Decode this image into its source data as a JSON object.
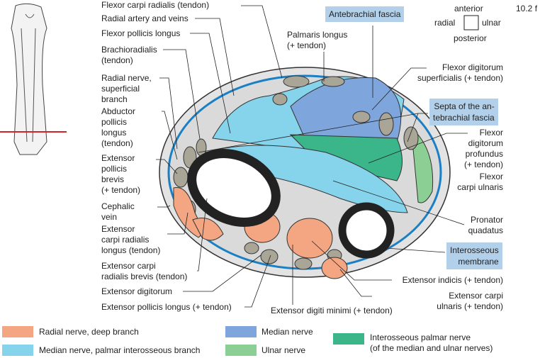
{
  "figure_number": "10.2 f",
  "orientation": {
    "anterior": "anterior",
    "radial": "radial",
    "ulnar": "ulnar",
    "posterior": "posterior"
  },
  "labels": {
    "flexor_carpi_radialis": "Flexor carpi radialis (tendon)",
    "radial_artery": "Radial artery and veins",
    "flexor_pollicis_longus": "Flexor pollicis longus",
    "brachioradialis": "Brachioradialis\n(tendon)",
    "radial_nerve_superficial": "Radial nerve,\nsuperficial\nbranch",
    "abductor_pollicis_longus": "Abductor\npollicis\nlongus\n(tendon)",
    "extensor_pollicis_brevis": "Extensor\npollicis\nbrevis\n(+ tendon)",
    "cephalic_vein": "Cephalic\nvein",
    "extensor_carpi_radialis_longus": "Extensor\ncarpi radialis\nlongus (tendon)",
    "extensor_carpi_radialis_brevis": "Extensor carpi\nradialis brevis (tendon)",
    "extensor_digitorum": "Extensor digitorum",
    "extensor_pollicis_longus": "Extensor pollicis longus (+ tendon)",
    "extensor_digiti_minimi": "Extensor digiti minimi (+ tendon)",
    "extensor_indicis": "Extensor indicis (+ tendon)",
    "extensor_carpi_ulnaris": "Extensor carpi\nulnaris (+ tendon)",
    "interosseous_membrane": "Interosseous\nmembrane",
    "pronator_quadratus": "Pronator\nquadatus",
    "flexor_carpi_ulnaris": "Flexor\ncarpi ulnaris",
    "flexor_digitorum_profundus": "Flexor\ndigitorum\nprofundus\n(+ tendon)",
    "septa": "Septa of the an-\ntebrachial fascia",
    "flexor_digitorum_superficialis": "Flexor digitorum\nsuperficialis (+ tendon)",
    "antebrachial_fascia": "Antebrachial fascia",
    "palmaris_longus": "Palmaris longus\n(+ tendon)"
  },
  "legend": [
    {
      "label": "Radial nerve, deep branch",
      "color": "#f4a683"
    },
    {
      "label": "Median nerve, palmar interosseous branch",
      "color": "#86d3ec"
    },
    {
      "label": "Median nerve",
      "color": "#7ea6dc"
    },
    {
      "label": "Ulnar nerve",
      "color": "#8ccf94"
    },
    {
      "label": "Interosseous palmar nerve\n(of the median and ulnar nerves)",
      "color": "#3bb58a"
    }
  ]
}
